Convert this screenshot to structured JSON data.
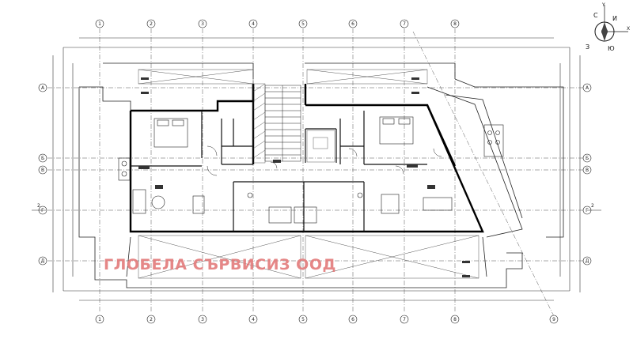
{
  "watermark": {
    "company": "ГЛОБЕЛА СЪРВИСИЗ ООД"
  },
  "grid": {
    "columns": [
      "1",
      "2",
      "3",
      "4",
      "5",
      "6",
      "7",
      "8"
    ],
    "rows": [
      "А",
      "Б",
      "В",
      "Г",
      "Д"
    ],
    "section_mark": "2"
  },
  "compass": {
    "north": "С",
    "south": "Ю",
    "east": "И",
    "west": "З",
    "x_label": "X",
    "y_label": "Y"
  },
  "colors": {
    "line": "#1a1a1a",
    "heavy_wall": "#000000",
    "watermark": "#e37b7b",
    "background": "#ffffff"
  }
}
